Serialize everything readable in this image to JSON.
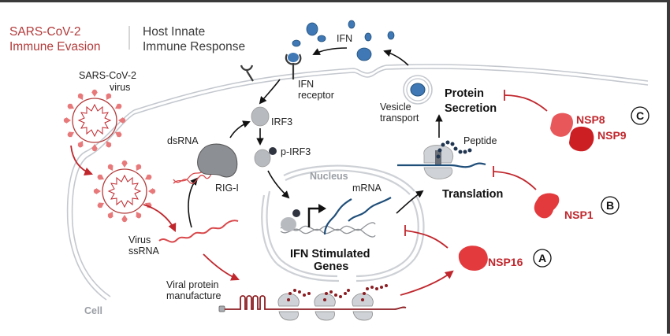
{
  "header": {
    "left_line1": "SARS-CoV-2",
    "left_line2": "Immune Evasion",
    "right_line1": "Host Innate",
    "right_line2": "Immune Response"
  },
  "labels": {
    "virus_line1": "SARS-CoV-2",
    "virus_line2": "virus",
    "ifn": "IFN",
    "ifn_receptor_line1": "IFN",
    "ifn_receptor_line2": "receptor",
    "irf3": "IRF3",
    "p_irf3": "p-IRF3",
    "dsrna": "dsRNA",
    "rig_i": "RIG-I",
    "nucleus": "Nucleus",
    "mrna": "mRNA",
    "isg_line1": "IFN Stimulated",
    "isg_line2": "Genes",
    "virus_ssrna_line1": "Virus",
    "virus_ssrna_line2": "ssRNA",
    "viral_protein_line1": "Viral protein",
    "viral_protein_line2": "manufacture",
    "cell": "Cell",
    "vesicle_line1": "Vesicle",
    "vesicle_line2": "transport",
    "protein_secretion_line1": "Protein",
    "protein_secretion_line2": "Secretion",
    "peptide": "Peptide",
    "translation": "Translation"
  },
  "viral_proteins": [
    {
      "name": "NSP16",
      "marker": "A",
      "target": "IFN Stimulated Genes"
    },
    {
      "name": "NSP1",
      "marker": "B",
      "target": "Translation"
    },
    {
      "name": "NSP8",
      "marker": "C",
      "target": "Protein Secretion"
    },
    {
      "name": "NSP9",
      "marker": "C",
      "target": "Protein Secretion"
    }
  ],
  "colors": {
    "viral_red": "#c0272d",
    "viral_pink": "#e8797b",
    "ifn_blue": "#3f78b5",
    "membrane_gray": "#c4c8ce",
    "protein_gray": "#a9acb0",
    "rna_navy": "#1f4e79"
  }
}
